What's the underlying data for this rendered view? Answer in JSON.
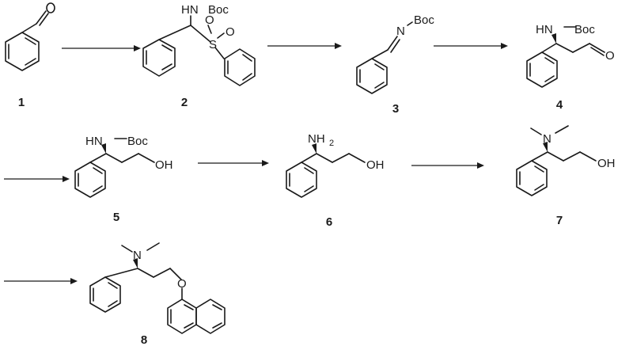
{
  "compounds": [
    {
      "number": "1"
    },
    {
      "number": "2",
      "labels": {
        "nh": "HN",
        "boc": "Boc",
        "s": "S",
        "o1": "O",
        "o2": "O"
      }
    },
    {
      "number": "3",
      "labels": {
        "n": "N",
        "boc": "Boc"
      }
    },
    {
      "number": "4",
      "labels": {
        "nh": "HN",
        "boc": "Boc",
        "o": "O"
      }
    },
    {
      "number": "5",
      "labels": {
        "nh": "HN",
        "boc": "Boc",
        "oh": "OH"
      }
    },
    {
      "number": "6",
      "labels": {
        "nh": "NH",
        "sub": "2",
        "oh": "OH"
      }
    },
    {
      "number": "7",
      "labels": {
        "n": "N",
        "oh": "OH"
      }
    },
    {
      "number": "8",
      "labels": {
        "n": "N",
        "o": "O"
      }
    }
  ],
  "colors": {
    "ink": "#1a1a1a",
    "background": "#ffffff"
  }
}
